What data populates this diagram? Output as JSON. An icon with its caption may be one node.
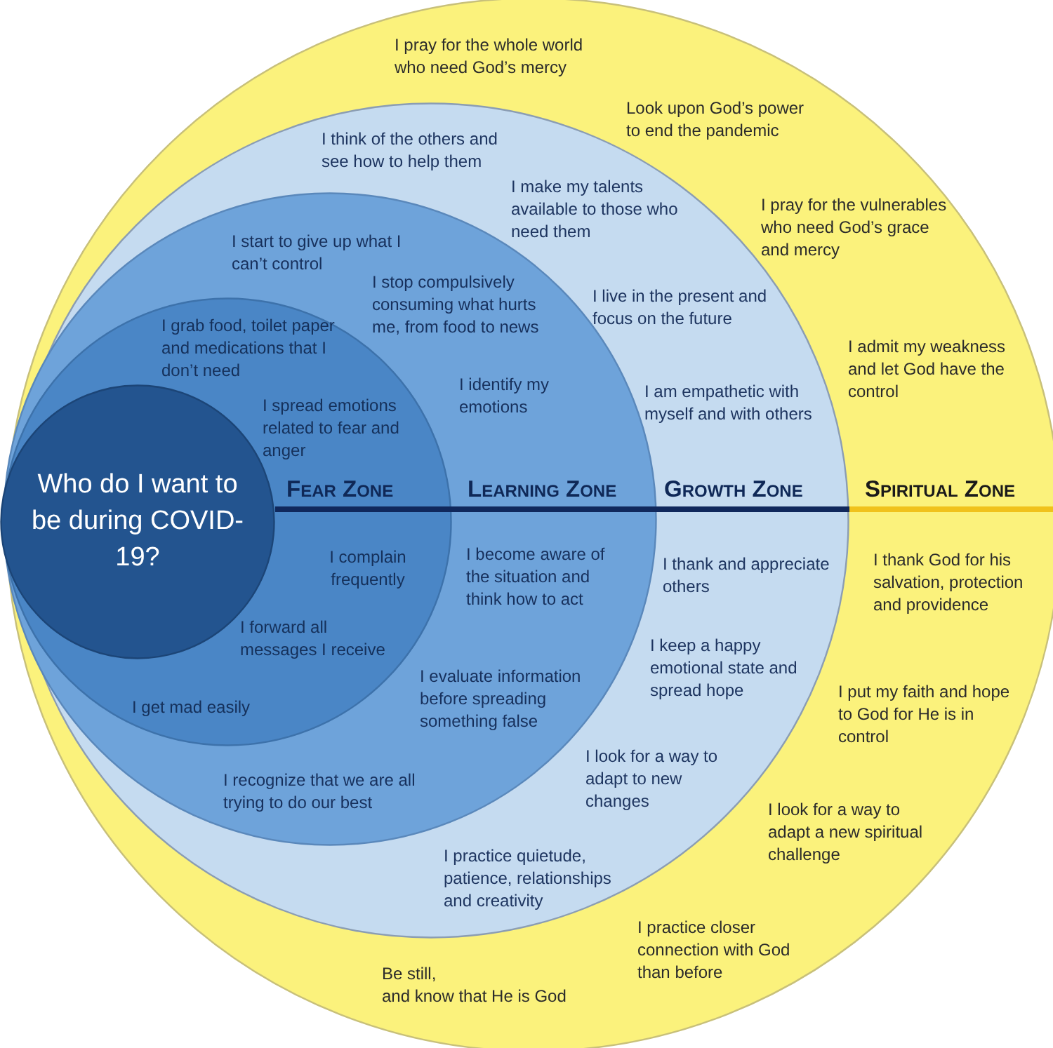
{
  "diagram": {
    "nodes": [
      {
        "text": [
          "Spiritual Zone",
          "I pray for the whole world who need God’s mercy",
          "Look upon God’s power to end the pandemic",
          "I pray for the vulnerables who need God’s grace and mercy",
          "I admit my weakness and let God have the control",
          "I thank God for his salvation, protection and providence",
          "I put my faith and hope to God for He is in control",
          "I look for a way to adapt a new spiritual challenge",
          "I practice closer connection with God than before",
          "Be still, and know that He is God"
        ]
      },
      {
        "text": [
          "Growth Zone",
          "I think of the others and see how to help them",
          "I make my talents available to those who need them",
          "I live in the present and focus on the future",
          "I am empathetic with myself and with others",
          "I thank and appreciate others",
          "I keep a happy emotional state and spread hope",
          "I look for a way to adapt to new changes",
          "I practice quietude, patience, relationships and creativity"
        ],
        "in": 0
      },
      {
        "text": [
          "Learning Zone",
          "I start to give up what I can’t control",
          "I stop compulsively consuming what hurts me, from food to news",
          "I identify my emotions",
          "I become aware of the situation and think how to act",
          "I evaluate information before spreading something false",
          "I recognize that we are all trying to do our best"
        ],
        "in": 1
      },
      {
        "text": [
          "Fear Zone",
          "I grab food, toilet paper and medications that I don’t need",
          "I spread emotions related to fear and anger",
          "I complain frequently",
          "I forward all messages I receive",
          "I get mad easily"
        ],
        "in": 2
      },
      {
        "text": [
          "Who do I want to be during COVID-19?"
        ],
        "in": 3
      }
    ]
  }
}
